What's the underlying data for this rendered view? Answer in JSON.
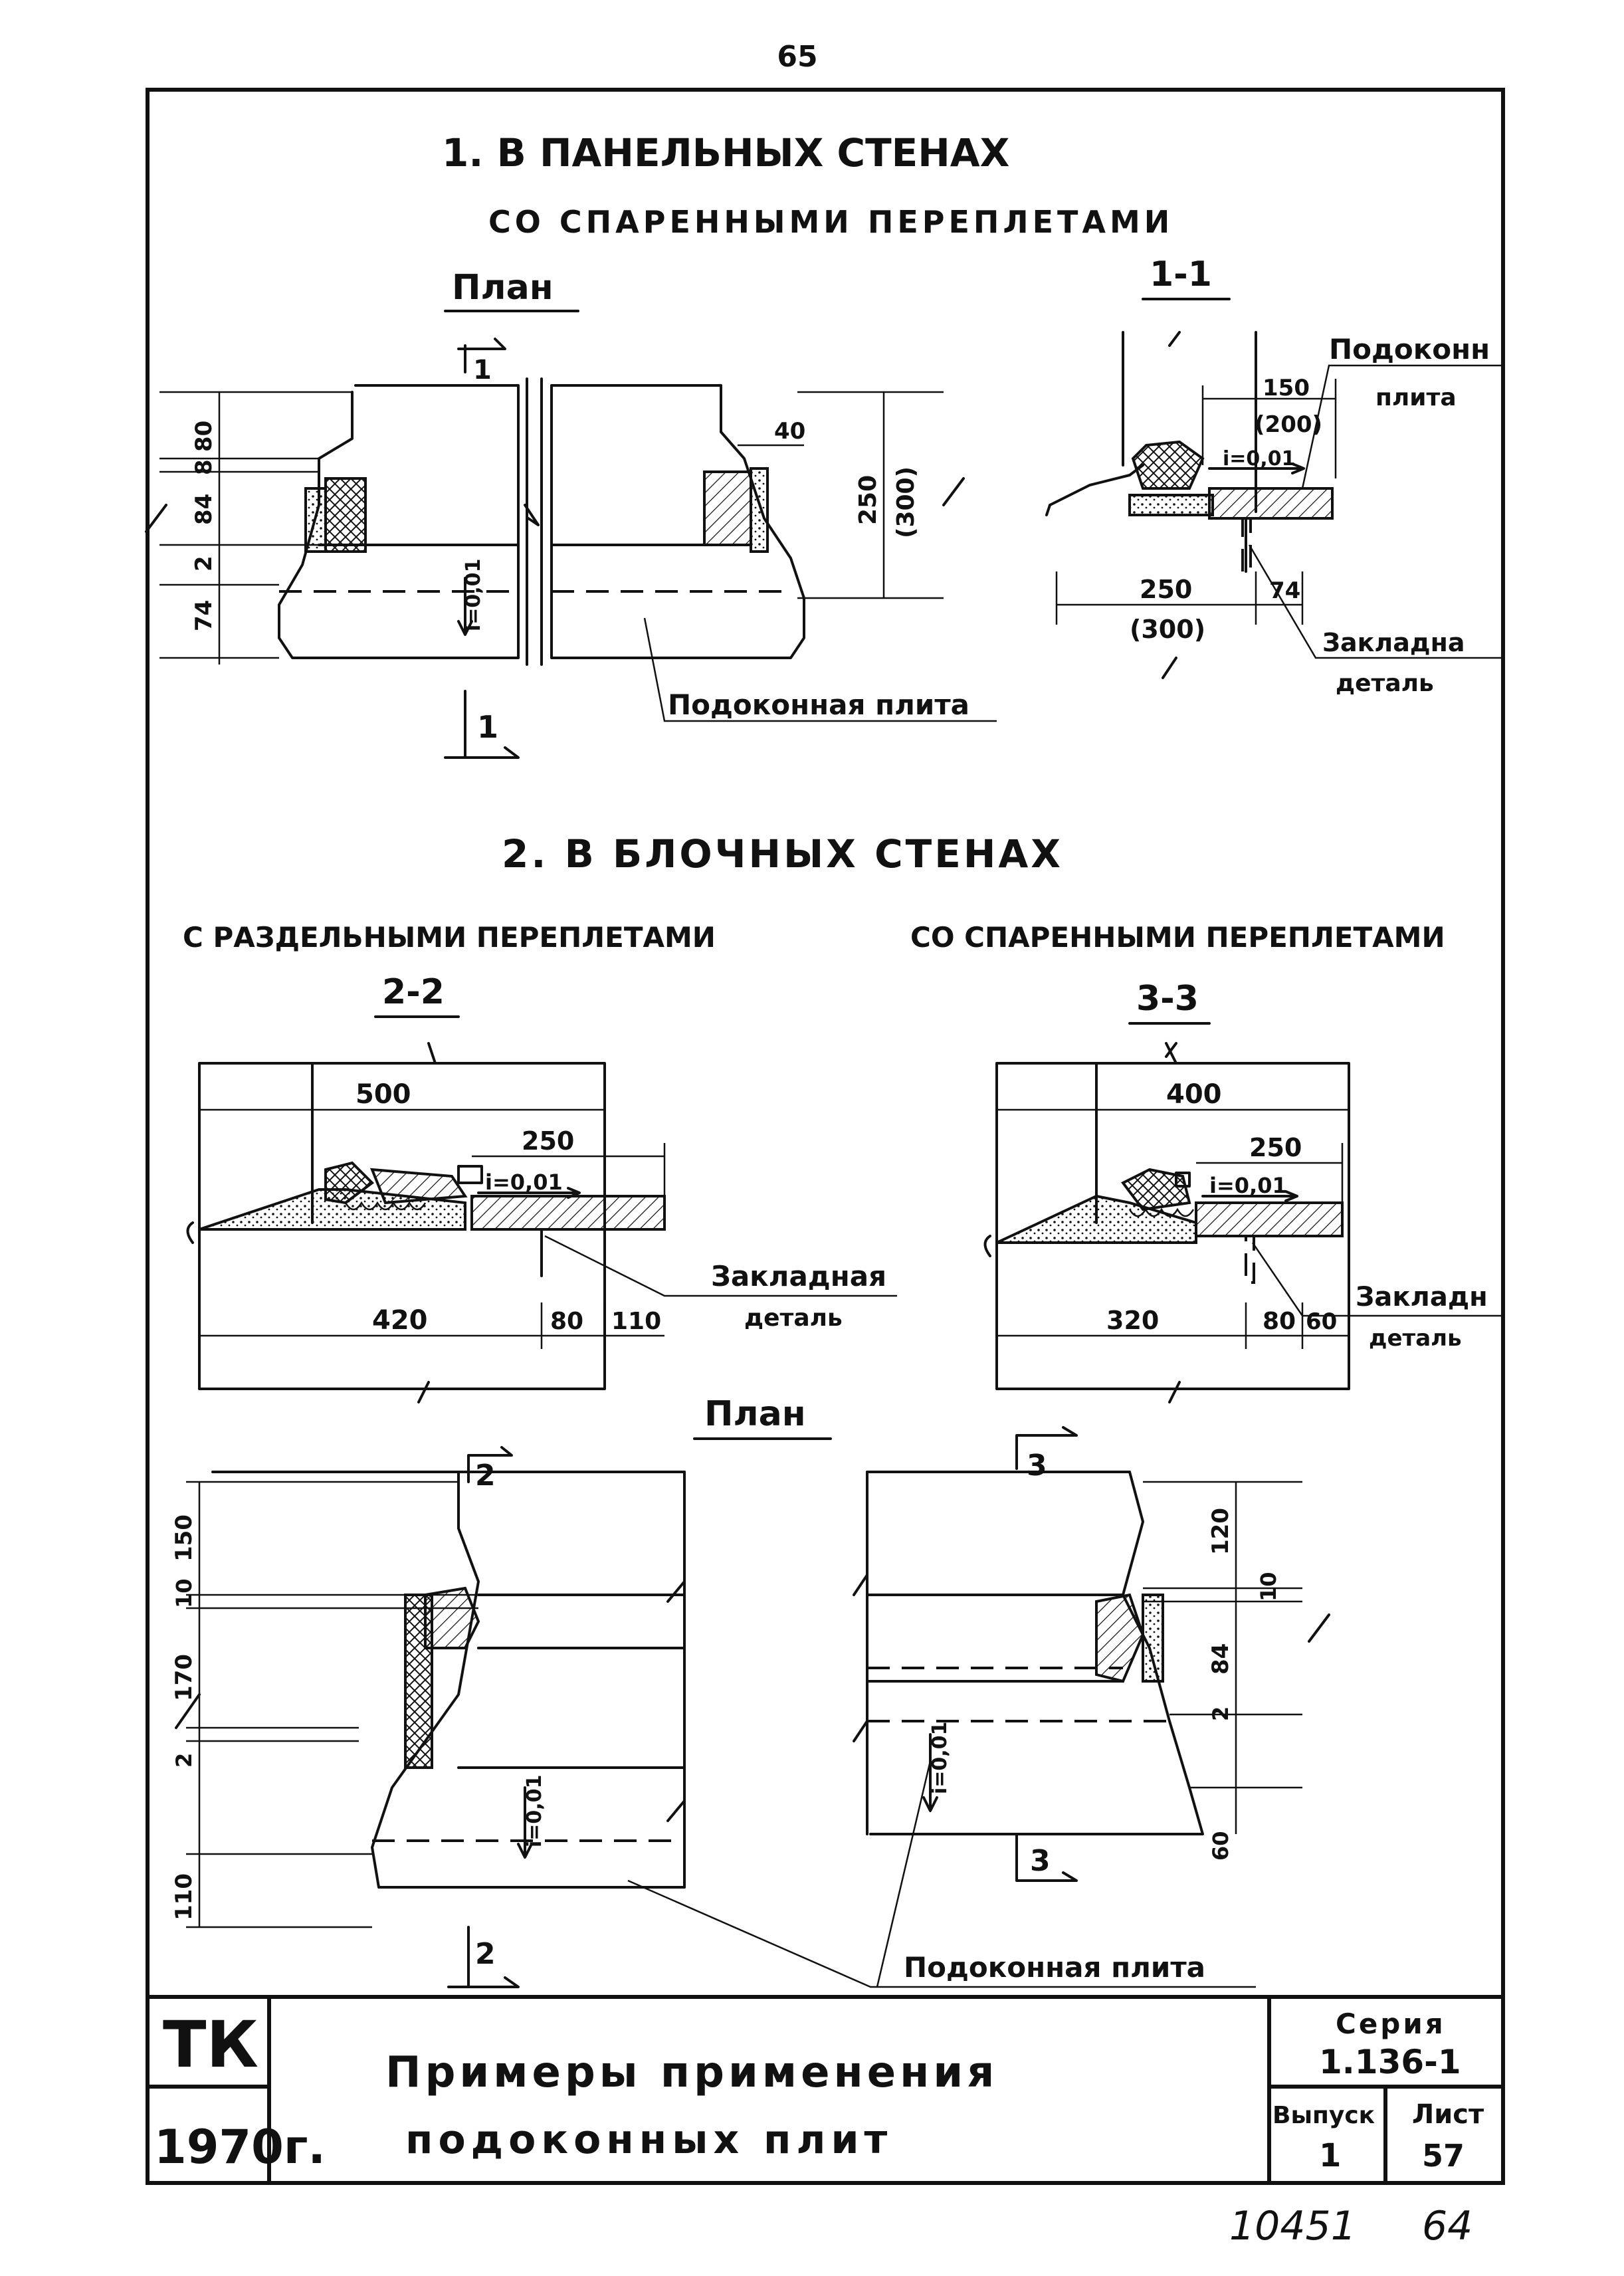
{
  "page_number_top": "65",
  "section1": {
    "title": "1. В ПАНЕЛЬНЫХ СТЕНАХ",
    "subtitle": "СО СПАРЕННЫМИ ПЕРЕПЛЕТАМИ",
    "plan": {
      "label": "План",
      "cut_mark": "1",
      "dims": [
        "80",
        "8",
        "84",
        "2",
        "74",
        "40",
        "250",
        "(300)"
      ],
      "slope": "i=0,01",
      "callout": "Подоконная плита"
    },
    "section_1_1": {
      "label": "1-1",
      "dims": [
        "150",
        "(200)",
        "250",
        "(300)",
        "74"
      ],
      "slope": "i=0,01",
      "callout_top": [
        "Подоконн",
        "плита"
      ],
      "callout_bottom": [
        "Закладна",
        "деталь"
      ]
    }
  },
  "section2": {
    "title": "2. В БЛОЧНЫХ СТЕНАХ",
    "left_subtitle": "С РАЗДЕЛЬНЫМИ ПЕРЕПЛЕТАМИ",
    "right_subtitle": "СО СПАРЕННЫМИ ПЕРЕПЛЕТАМИ",
    "section_2_2": {
      "label": "2-2",
      "dims": [
        "500",
        "250",
        "420",
        "80",
        "110"
      ],
      "slope": "i=0,01",
      "callout": [
        "Закладная",
        "деталь"
      ]
    },
    "section_3_3": {
      "label": "3-3",
      "dims": [
        "400",
        "250",
        "320",
        "80",
        "60"
      ],
      "slope": "i=0,01",
      "callout": [
        "Закладн",
        "деталь"
      ]
    },
    "plan": {
      "label": "План",
      "left_dims": [
        "150",
        "10",
        "170",
        "2",
        "110"
      ],
      "right_dims": [
        "120",
        "10",
        "84",
        "2",
        "60"
      ],
      "cut_marks": [
        "2",
        "2",
        "3",
        "3"
      ],
      "slopes": [
        "i=0,01",
        "i=0,01"
      ],
      "callout": "Подоконная плита"
    }
  },
  "title_block": {
    "org": "ТК",
    "year": "1970г.",
    "title_line1": "Примеры применения",
    "title_line2": "подоконных плит",
    "series_label": "Серия",
    "series_value": "1.136-1",
    "issue_label": "Выпуск",
    "issue_value": "1",
    "sheet_label": "Лист",
    "sheet_value": "57"
  },
  "footer": {
    "left_number": "10451",
    "right_number": "64"
  }
}
